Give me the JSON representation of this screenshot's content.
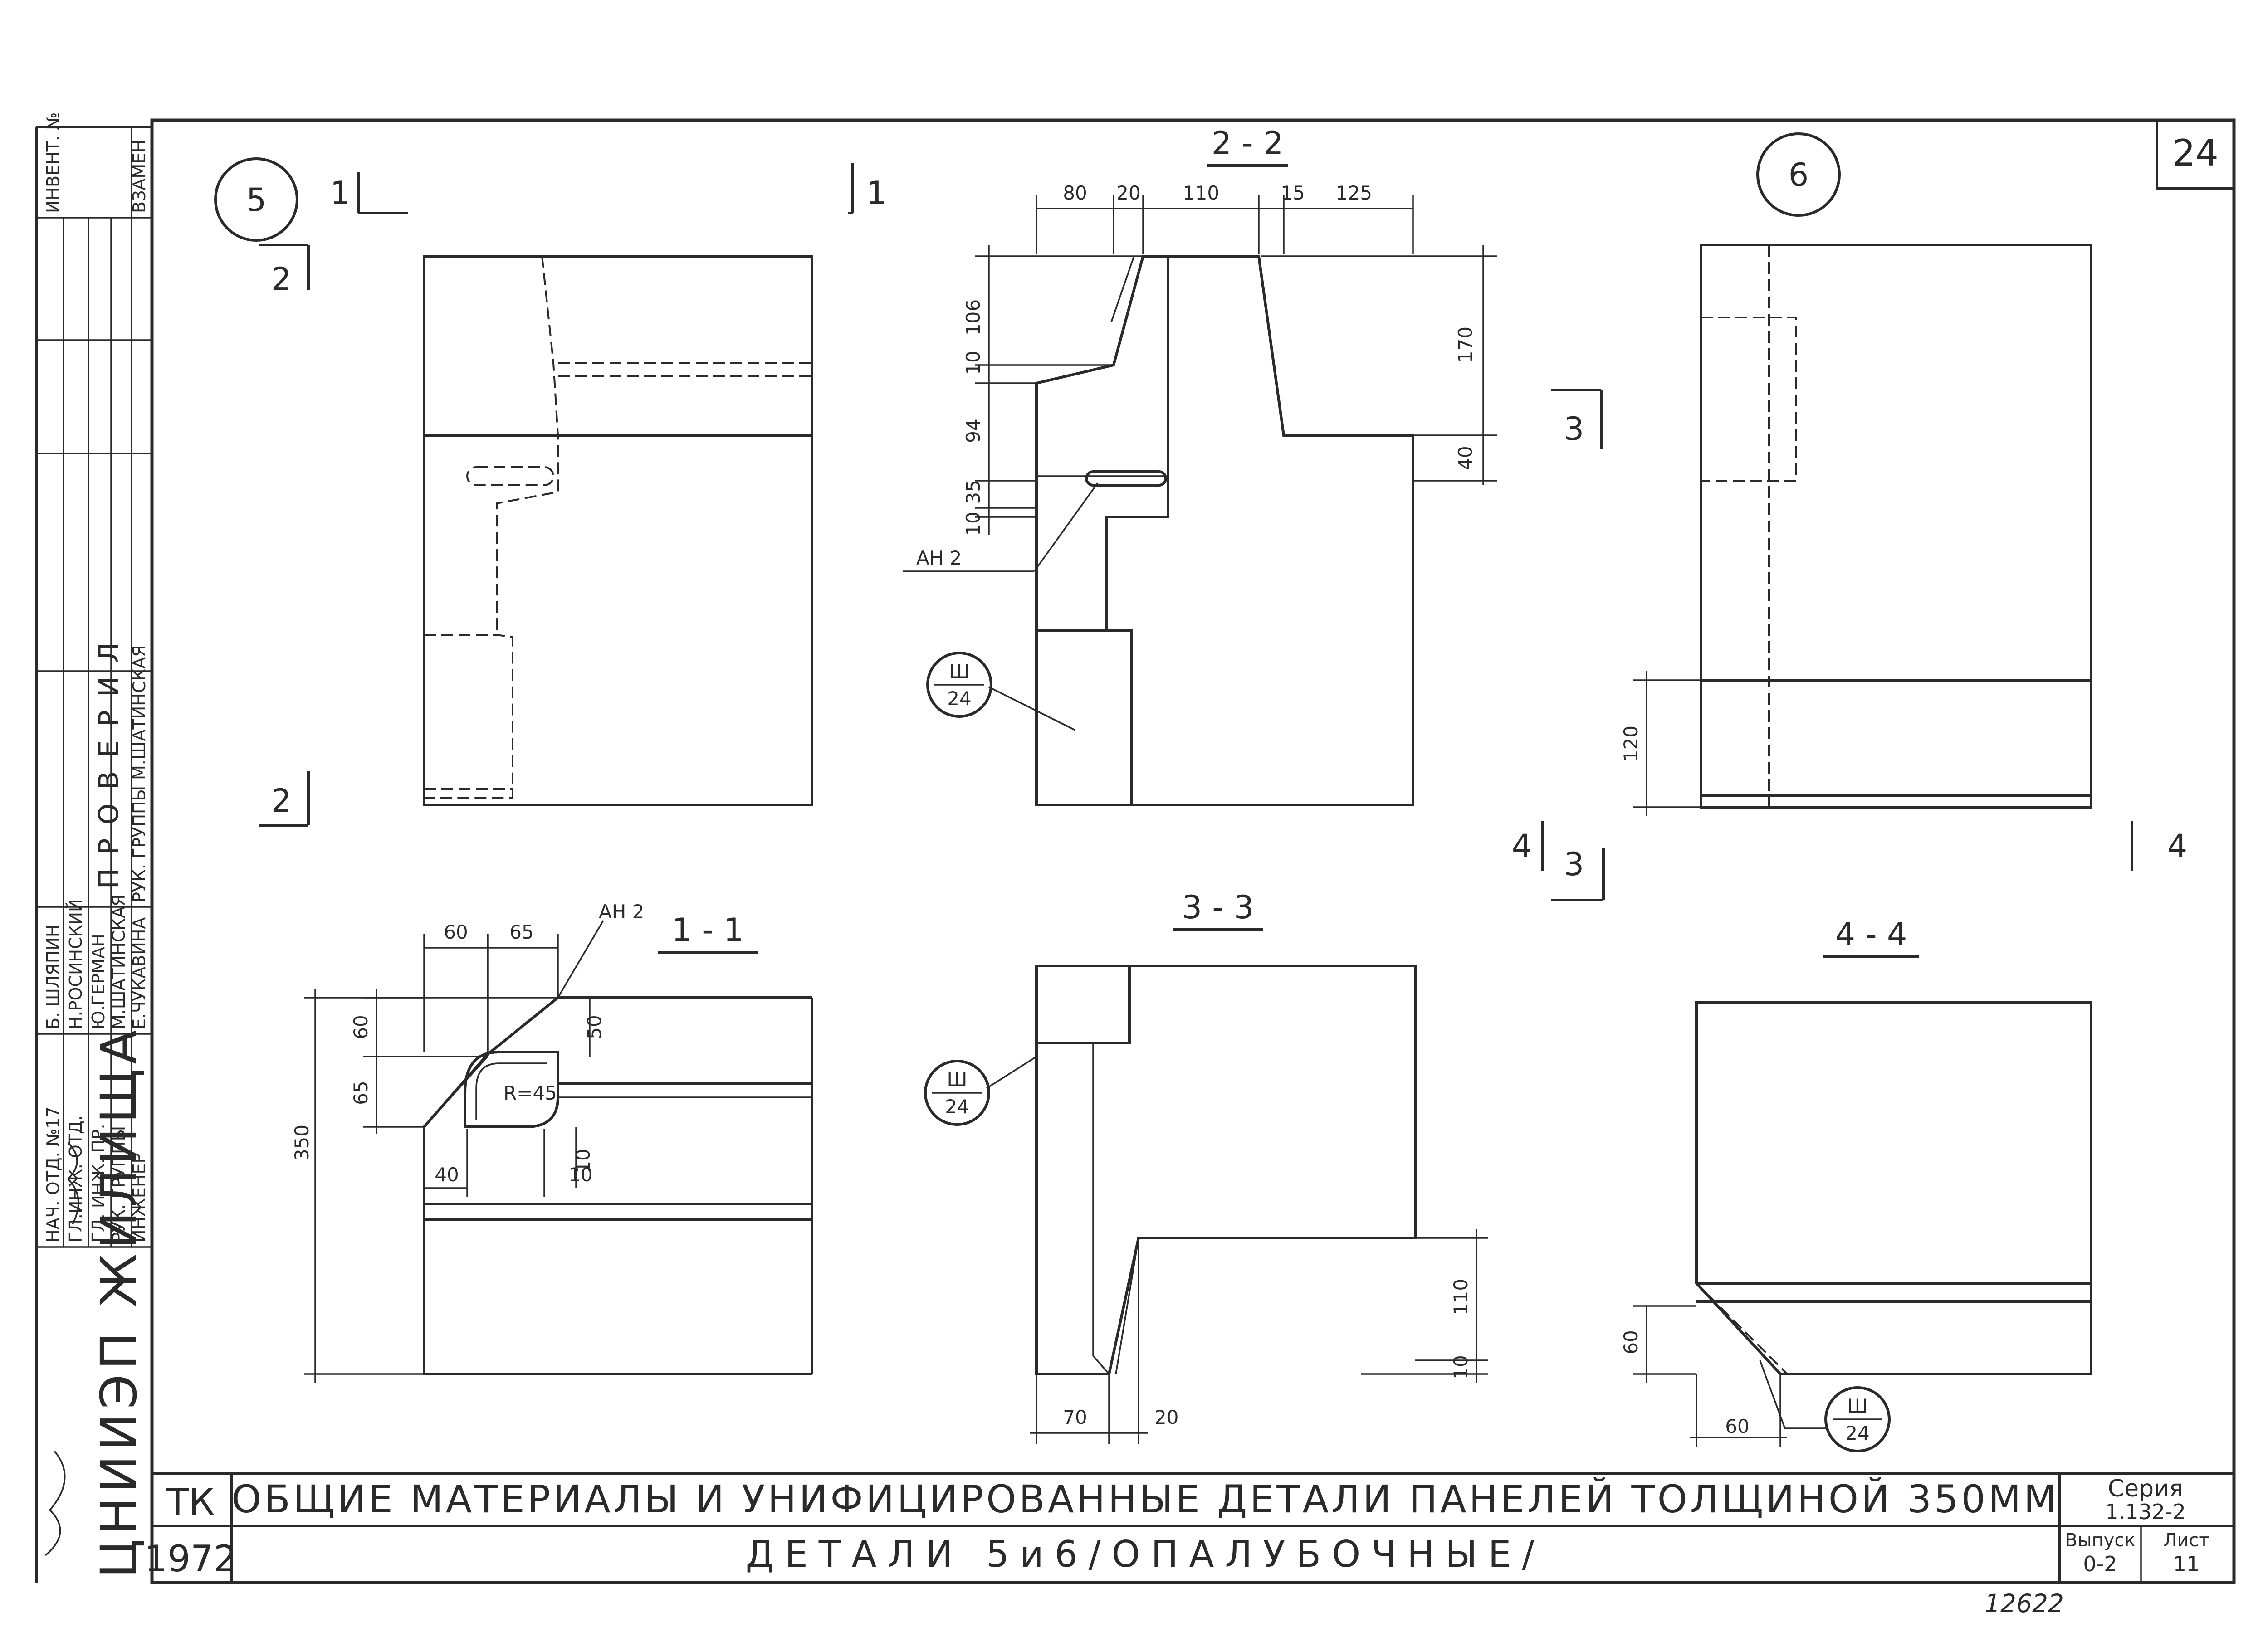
{
  "sheet_number": "24",
  "title_block": {
    "code": "ТК",
    "year": "1972",
    "title_line1": "ОБЩИЕ МАТЕРИАЛЫ И УНИФИЦИРОВАННЫЕ ДЕТАЛИ ПАНЕЛЕЙ ТОЛЩИНОЙ 350ММ",
    "title_line2": "ДЕТАЛИ 5и6/ОПАЛУБОЧНЫЕ/",
    "series_label": "Серия",
    "series_value": "1.132-2",
    "issue_label": "Выпуск",
    "issue_value": "0-2",
    "sheet_label": "Лист",
    "sheet_value": "11"
  },
  "stamp": {
    "org": "ЦНИИЭП ЖИЛИЩА",
    "checked_label": "ПРОВЕРИЛ",
    "roles": [
      "НАЧ. ОТД. №17",
      "ГЛ.ИНЖ. ОТД.",
      "ГЛ. ИНЖ. ПР.",
      "РУК. ГРУППЫ",
      "ИНЖЕНЕР"
    ],
    "names": [
      "Б. ШЛЯПИН",
      "Н.РОСИНСКИЙ",
      "Ю.ГЕРМАН",
      "М.ШАТИНСКАЯ",
      "Е.ЧУКАВИНА"
    ],
    "checkers": [
      "РУК. ГРУППЫ",
      "М.ШАТИНСКАЯ"
    ],
    "invent_label": "ИНВЕНТ. №",
    "replace_label": "ВЗАМЕН"
  },
  "details": {
    "detail5": "5",
    "detail6": "6",
    "sec_1_1": "1 - 1",
    "sec_2_2": "2 - 2",
    "sec_3_3": "3 - 3",
    "sec_4_4": "4 - 4",
    "ref_top": "Ш",
    "ref_bottom": "24",
    "an2": "АН 2",
    "radius": "R=45"
  },
  "cut_marks": {
    "one": "1",
    "two": "2",
    "three": "3",
    "four": "4"
  },
  "dims": {
    "s22_top": [
      "80",
      "20",
      "110",
      "15",
      "125"
    ],
    "s22_left": [
      "106",
      "10",
      "94",
      "35",
      "10"
    ],
    "s22_right": [
      "170",
      "40"
    ],
    "s11_top": [
      "60",
      "65"
    ],
    "s11_left": [
      "60",
      "65",
      "350"
    ],
    "s11_misc": [
      "50",
      "10",
      "40",
      "10"
    ],
    "s33_right": [
      "110",
      "10"
    ],
    "s33_bottom": [
      "70",
      "20"
    ],
    "d6_left": "120",
    "s44_left": "60",
    "s44_bottom": "60"
  },
  "archive_number": "12622"
}
